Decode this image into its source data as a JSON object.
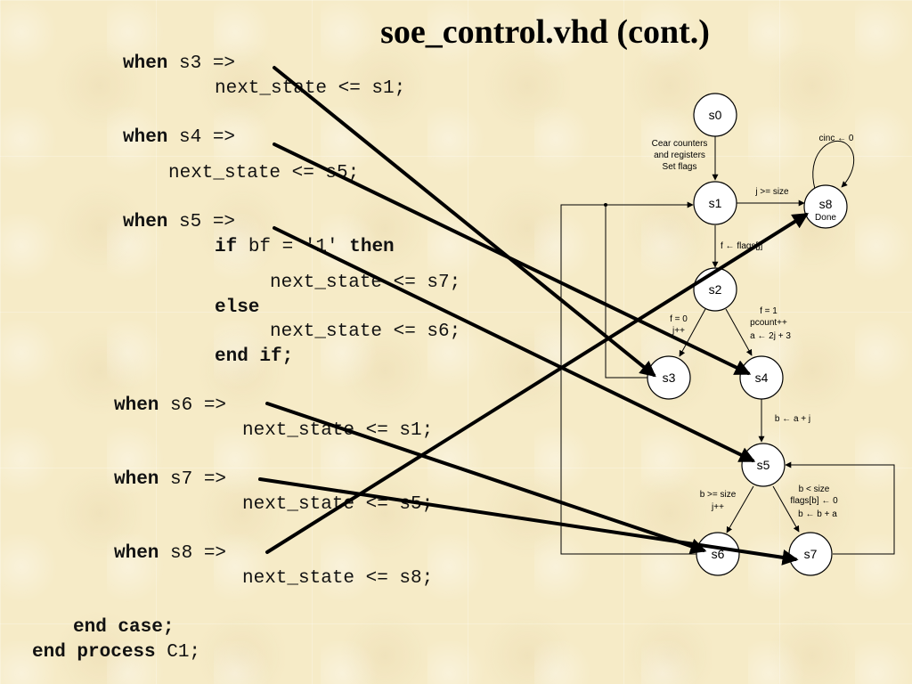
{
  "title": "soe_control.vhd  (cont.)",
  "code": {
    "l1_kw": "when",
    "l1_rest": " s3 =>",
    "l2": "next_state <= s1;",
    "l3_kw": "when",
    "l3_rest": " s4 =>",
    "l4": "next_state <= s5;",
    "l5_kw": "when",
    "l5_rest": " s5 =>",
    "l6_kw1": "if",
    "l6_mid": " bf = '1' ",
    "l6_kw2": "then",
    "l7": "next_state <= s7;",
    "l8_kw": "else",
    "l9": "next_state <= s6;",
    "l10_kw": "end if;",
    "l11_kw": "when",
    "l11_rest": " s6 =>",
    "l12": "next_state <= s1;",
    "l13_kw": "when",
    "l13_rest": " s7 =>",
    "l14": "next_state <= s5;",
    "l15_kw": "when",
    "l15_rest": " s8 =>",
    "l16": "next_state <= s8;",
    "l17_kw": "end case;",
    "l18_kw": "end process",
    "l18_rest": " C1;"
  },
  "diagram": {
    "states": {
      "s0": "s0",
      "s1": "s1",
      "s2": "s2",
      "s3": "s3",
      "s4": "s4",
      "s5": "s5",
      "s6": "s6",
      "s7": "s7",
      "s8": "s8",
      "s8_sub": "Done"
    },
    "labels": {
      "s0_action_1": "Cear counters",
      "s0_action_2": "and registers",
      "s0_action_3": "Set flags",
      "s1_s8": "j >= size",
      "s8_loop": "cinc ← 0",
      "s1_s2": "f ← flags[j]",
      "s2_s3_1": "f = 0",
      "s2_s3_2": "j++",
      "s2_s4_1": "f = 1",
      "s2_s4_2": "pcount++",
      "s2_s4_3": "a ← 2j + 3",
      "s4_s5": "b ← a + j",
      "s5_s6_1": "b >= size",
      "s5_s6_2": "j++",
      "s5_s7_1": "b < size",
      "s5_s7_2": "flags[b] ← 0",
      "s5_s7_3": "b ← b + a"
    }
  }
}
